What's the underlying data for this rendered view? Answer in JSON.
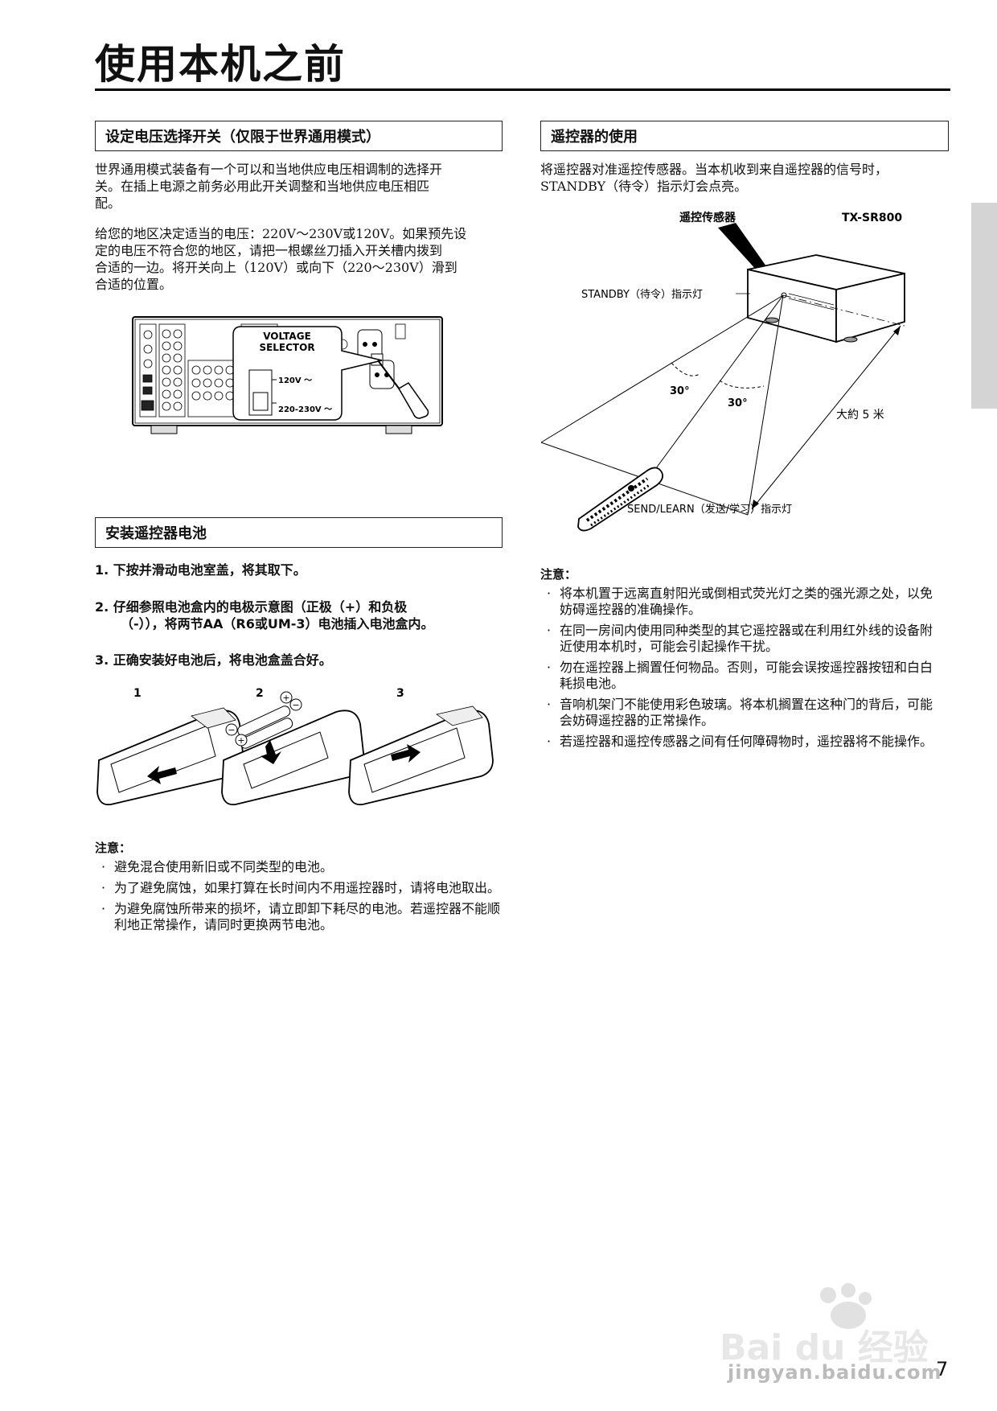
{
  "page": {
    "title": "使用本机之前",
    "page_number": "7"
  },
  "voltage": {
    "heading": "设定电压选择开关（仅限于世界通用模式）",
    "para1_line1": "世界通用模式装备有一个可以和当地供应电压相调制的选择开",
    "para1_line2": "关。在插上电源之前务必用此开关调整和当地供应电压相匹",
    "para1_line3": "配。",
    "para2_line1": "给您的地区决定适当的电压：220V～230V或120V。如果预先设",
    "para2_line2": "定的电压不符合您的地区，请把一根螺丝刀插入开关槽内拨到",
    "para2_line3": "合适的一边。将开关向上（120V）或向下（220～230V）滑到",
    "para2_line4": "合适的位置。",
    "figure": {
      "selector_line1": "VOLTAGE",
      "selector_line2": "SELECTOR",
      "v120": "120V ～",
      "v220": "220-230V ～"
    }
  },
  "battery": {
    "heading": "安装遥控器电池",
    "step1": "1. 下按并滑动电池室盖，将其取下。",
    "step2_line1": "2. 仔细参照电池盒内的电极示意图（正极（+）和负极",
    "step2_line2": "（-）），将两节AA（R6或UM-3）电池插入电池盒内。",
    "step3": "3. 正确安装好电池后，将电池盒盖合好。",
    "fig_labels": [
      "1",
      "2",
      "3"
    ],
    "note_heading": "注意：",
    "notes": [
      "避免混合使用新旧或不同类型的电池。",
      "为了避免腐蚀，如果打算在长时间内不用遥控器时，请将电池取出。",
      "为避免腐蚀所带来的损坏，请立即卸下耗尽的电池。若遥控器不能顺利地正常操作，请同时更换两节电池。"
    ]
  },
  "remote": {
    "heading": "遥控器的使用",
    "para_line1": "将遥控器对准遥控传感器。当本机收到来自遥控器的信号时，",
    "para_line2": "STANDBY（待令）指示灯会点亮。",
    "figure": {
      "sensor_label": "遥控传感器",
      "model_label": "TX-SR800",
      "standby_label": "STANDBY（待令）指示灯",
      "angle_left": "30°",
      "angle_right": "30°",
      "distance_label": "大約 5 米",
      "send_learn_label": "SEND/LEARN（发送/学习）指示灯"
    },
    "note_heading": "注意：",
    "notes": [
      "将本机置于远离直射阳光或倒相式荧光灯之类的强光源之处，以免妨碍遥控器的准确操作。",
      "在同一房间内使用同种类型的其它遥控器或在利用红外线的设备附近使用本机时，可能会引起操作干扰。",
      "勿在遥控器上搁置任何物品。否则，可能会误按遥控器按钮和白白耗损电池。",
      "音响机架门不能使用彩色玻璃。将本机搁置在这种门的背后，可能会妨碍遥控器的正常操作。",
      "若遥控器和遥控传感器之间有任何障碍物时，遥控器将不能操作。"
    ]
  },
  "watermark": {
    "brand": "Bai du 经验",
    "url": "jingyan.baidu.com"
  }
}
